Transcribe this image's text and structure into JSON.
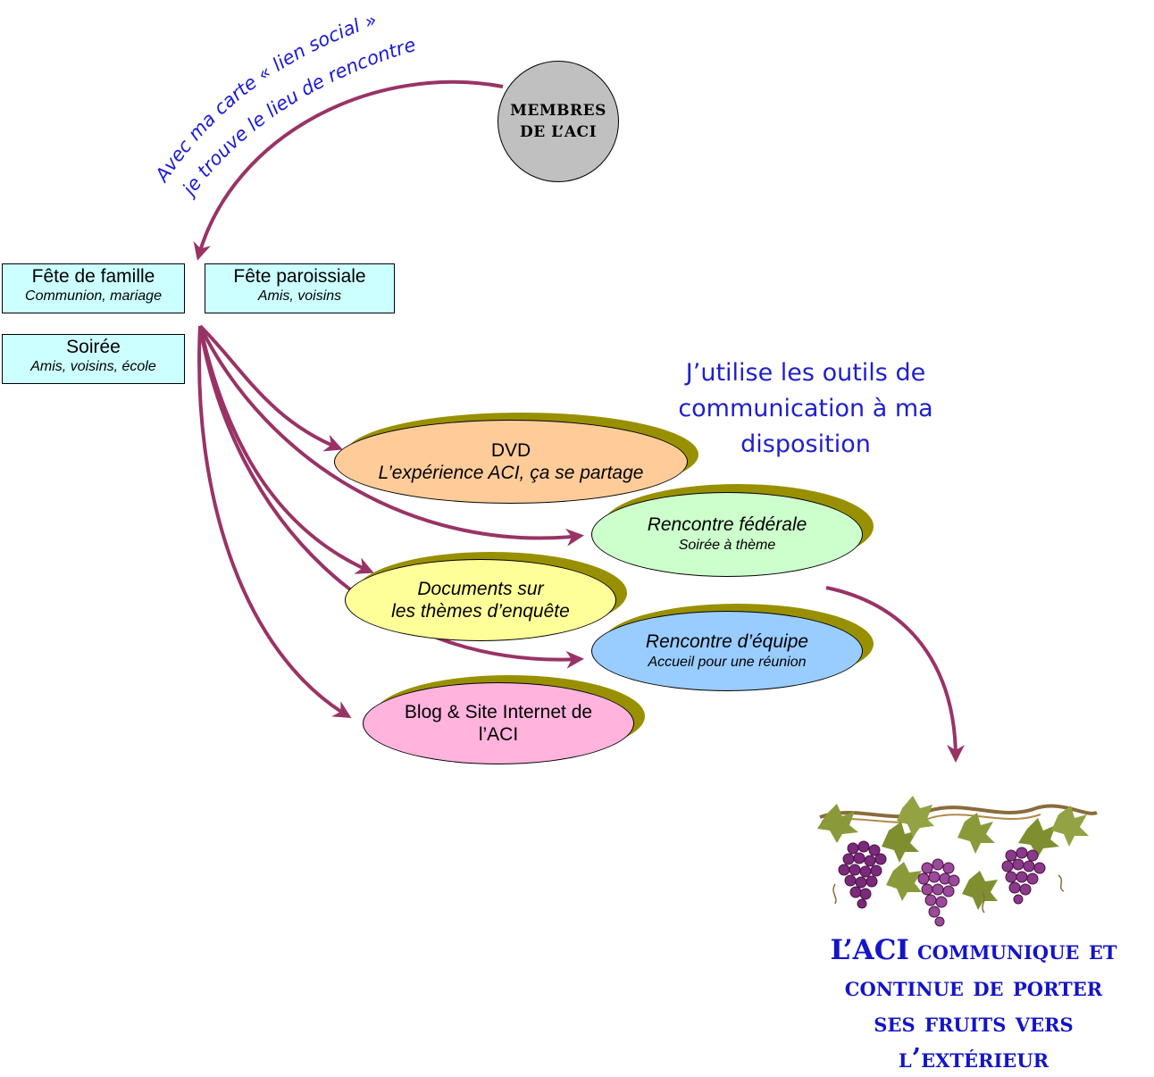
{
  "source": {
    "line1": "MEMBRES",
    "line2": "DE L’ACI"
  },
  "caption": {
    "line1": "Avec  ma carte « lien social »",
    "line2": "je trouve le lieu de rencontre"
  },
  "places": [
    {
      "title": "Fête de famille",
      "subtitle": "Communion, mariage"
    },
    {
      "title": "Fête paroissiale",
      "subtitle": "Amis, voisins"
    },
    {
      "title": "Soirée",
      "subtitle": "Amis, voisins, école"
    }
  ],
  "tools_note": "J’utilise les outils de communication à ma disposition",
  "tools": [
    {
      "line1": "DVD",
      "line2": "L’expérience ACI, ça se partage",
      "fill": "#ffcc99"
    },
    {
      "line1": "Rencontre fédérale",
      "line2": "Soirée à thème",
      "fill": "#ccffcc"
    },
    {
      "line1": "Documents sur",
      "line2": "les thèmes d’enquête",
      "fill": "#ffff99"
    },
    {
      "line1": "Rencontre d’équipe",
      "line2": "Accueil pour une réunion",
      "fill": "#99ccff"
    },
    {
      "line1": "Blog & Site Internet de",
      "line2": "l’ACI",
      "fill": "#ffb3dd"
    }
  ],
  "result": {
    "first": "L’ACI",
    "rest1": "communique et",
    "line2": "continue de porter",
    "line3": "ses fruits vers",
    "line4": "l’extérieur"
  },
  "colors": {
    "arrow": "#993366",
    "shadow": "#999000",
    "accent_text": "#1414c8"
  },
  "icons": {
    "grapes": "grape-vine-illustration"
  }
}
